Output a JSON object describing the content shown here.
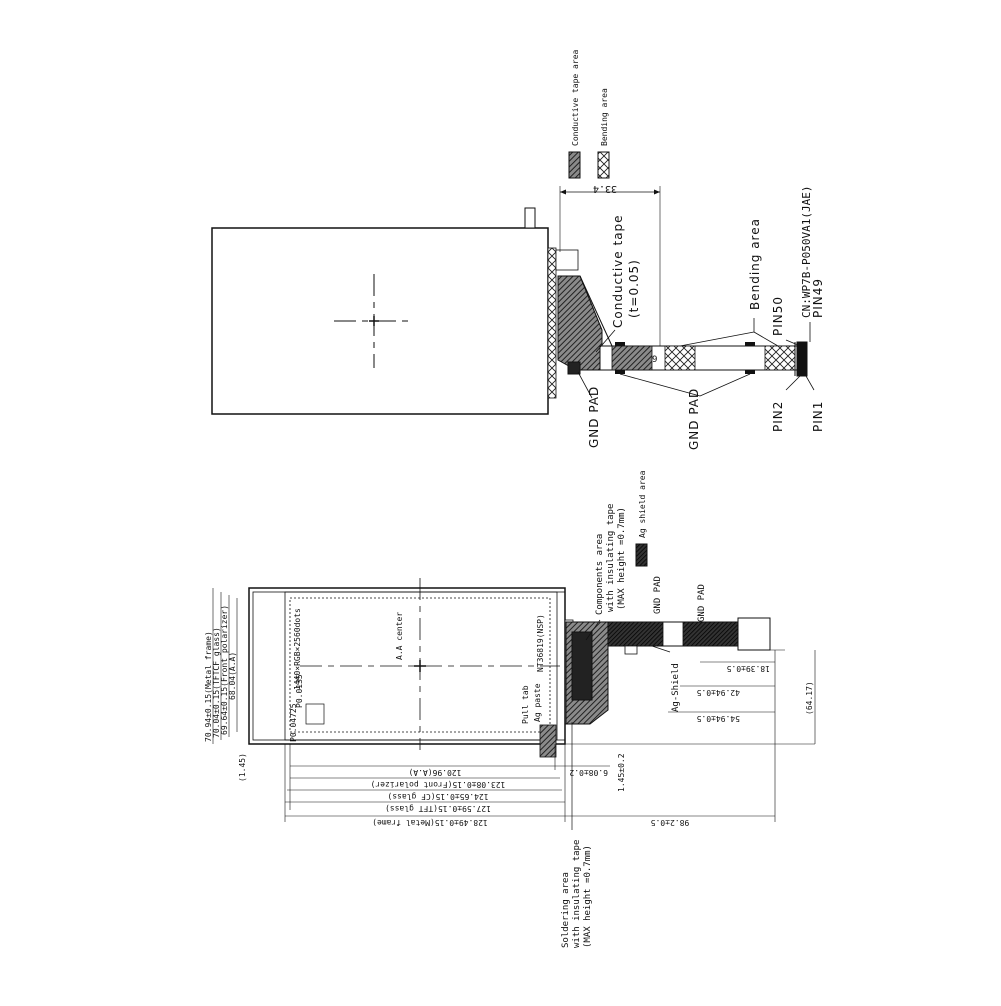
{
  "top_view": {
    "legend": {
      "conductive": "Conductive tape area",
      "bending": "Bending area"
    },
    "dims": {
      "d33": "33.4"
    },
    "labels": {
      "conductive_tape": "Conductive tape",
      "conductive_tape_t": "(t=0.05)",
      "bending_area": "Bending area",
      "pin50": "PIN50",
      "connector": "CN:WP7B-P050VA1(JAE)",
      "pin49": "PIN49",
      "pin2": "PIN2",
      "pin1": "PIN1",
      "gnd_pad_1": "GND PAD",
      "gnd_pad_2": "GND PAD",
      "mark_9": "9"
    }
  },
  "bottom_view": {
    "legend": {
      "ag_shield": "Ag shield area"
    },
    "left_dims": {
      "metal_frame_w": "70.94±0.15(Metal frame)",
      "tftcf_glass_w": "70.04±0.15(TFTCF glass)",
      "front_polarizer_w": "69.64±0.15(Front polarizer)",
      "aa_w": "68.04(A.A)",
      "d145": "(1.45)"
    },
    "bottom_dims": {
      "aa_l": "120.96(A.A)",
      "front_polarizer_l": "123.08±0.15(Front polarizer)",
      "cf_glass_l": "124.65±0.15(CF glass)",
      "tft_glass_l": "127.59±0.15(TFT glass)",
      "metal_frame_l": "128.49±0.15(Metal frame)",
      "d608": "6.08±0.2",
      "d145b": "1.45±0.2",
      "d982": "98.2±0.5"
    },
    "right_dims": {
      "d1839": "18.39±0.5",
      "d4294": "42.94±0.5",
      "d5494": "54.94±0.5",
      "d6417": "(64.17)"
    },
    "labels": {
      "components": "Components area",
      "with_insul": "with insulating tape",
      "max_h": "(MAX height =0.7mm)",
      "gnd_pad_1": "GND PAD",
      "gnd_pad_2": "GND PAD",
      "ag_shield": "Ag-Shield",
      "aa_center": "A.A center",
      "pixels": "1440×RGB×2560dots",
      "ic_label": "NT36819(NSP)",
      "p0_0135": "P0.0135",
      "p0_04725": "P0.04725",
      "pull_tab": "Pull tab",
      "ag_paste": "Ag paste",
      "soldering": "Soldering area",
      "with_insul_2": "with insulating tape",
      "max_h_2": "(MAX height =0.7mm)"
    }
  }
}
